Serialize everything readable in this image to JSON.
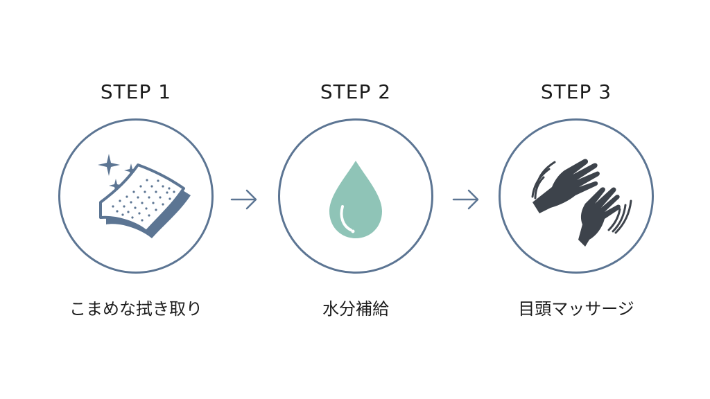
{
  "steps": [
    {
      "title": "STEP 1",
      "label": "こまめな拭き取り",
      "icon": "sponge-icon"
    },
    {
      "title": "STEP 2",
      "label": "水分補給",
      "icon": "water-drop-icon"
    },
    {
      "title": "STEP 3",
      "label": "目頭マッサージ",
      "icon": "massage-hands-icon"
    }
  ],
  "colors": {
    "circle_border": "#5c7593",
    "arrow": "#5c7593",
    "sponge": "#5c7593",
    "drop": "#8fc4b7",
    "hands": "#3d434b"
  }
}
